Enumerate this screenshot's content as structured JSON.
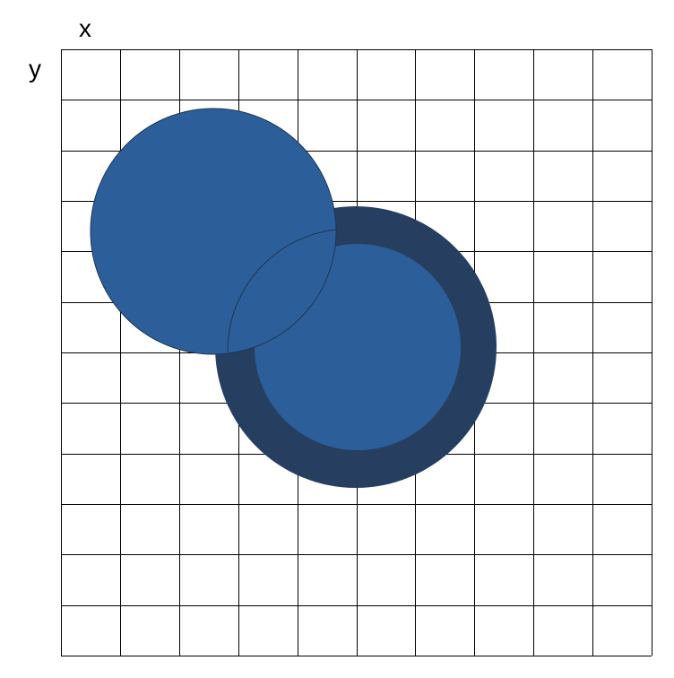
{
  "labels": {
    "x_axis": "x",
    "y_axis": "y"
  },
  "grid": {
    "columns": 10,
    "rows": 12
  },
  "colors": {
    "background": "#ffffff",
    "grid_lines": "#000000",
    "circle_fill": "#2c5f9a",
    "ring_fill": "#263f61",
    "circle_outline": "#1f3554"
  },
  "shapes": {
    "circle_count": 1,
    "ring_count": 1,
    "overlap_arc_visible": true
  }
}
